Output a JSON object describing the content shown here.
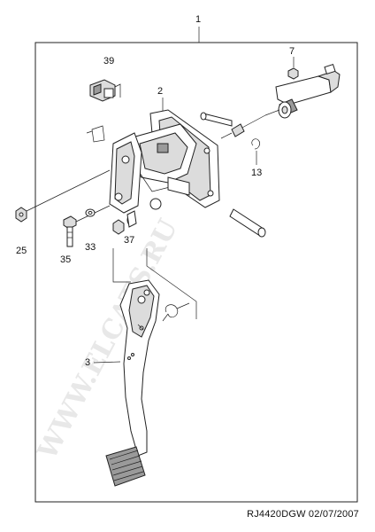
{
  "watermark": "WWW.ELCATS.RU",
  "callouts": {
    "c1": "1",
    "c2": "2",
    "c3": "3",
    "c7": "7",
    "c13": "13",
    "c25": "25",
    "c33": "33",
    "c35": "35",
    "c37": "37",
    "c39": "39"
  },
  "footer": {
    "code": "RJ4420DGW  02/07/2007"
  }
}
